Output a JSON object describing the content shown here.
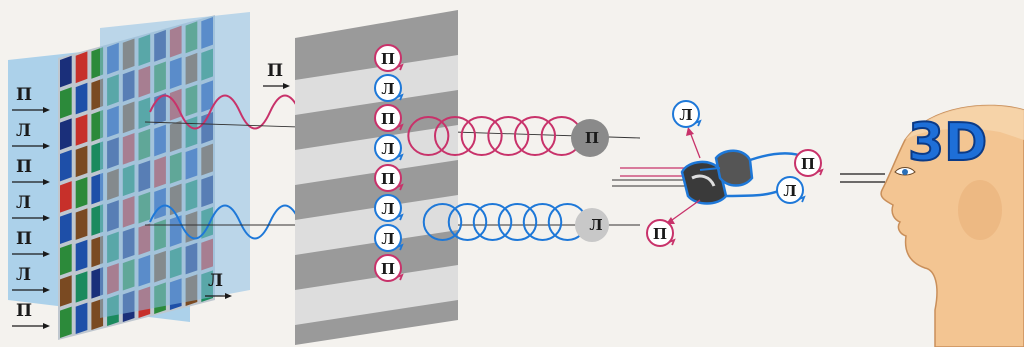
{
  "labels": {
    "p": "П",
    "l": "Л"
  },
  "badge_text": "3D",
  "colors": {
    "pink": "#c8326a",
    "blue": "#1e78d8",
    "polarizer": "#9fcbe9",
    "screen": "#9a9a9a",
    "stripe": "#e4e4e4",
    "skin": "#f3c592"
  },
  "pixel_colors": [
    "#1a2f7a",
    "#c7302a",
    "#2c8a3a",
    "#1e4fa8",
    "#7a4a22",
    "#1b8a5e"
  ]
}
